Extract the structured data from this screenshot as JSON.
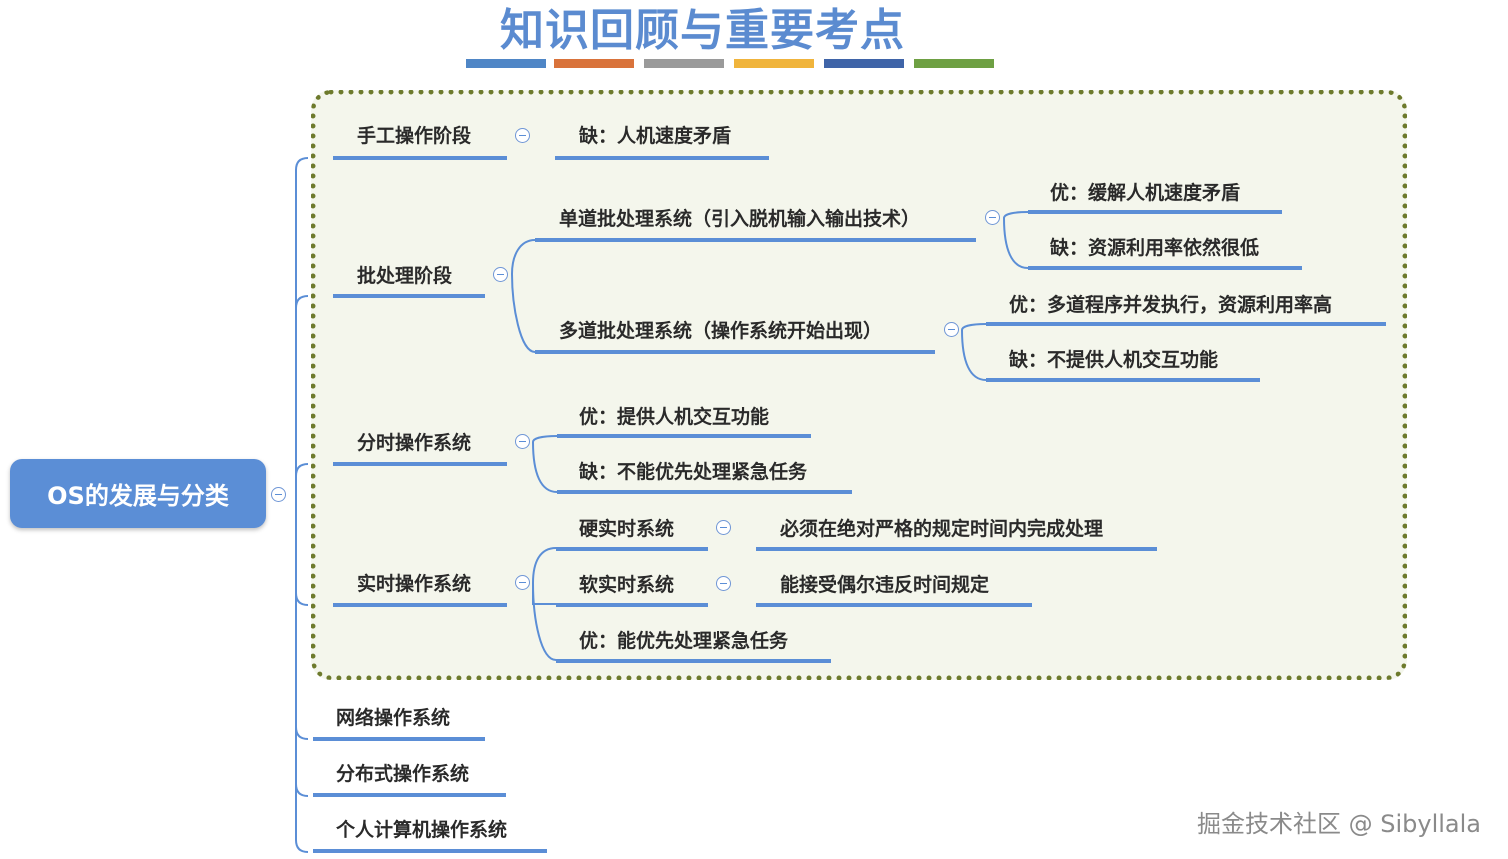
{
  "title": "知识回顾与重要考点",
  "color_bar": [
    "#4f86c6",
    "#d9733b",
    "#9a9a9a",
    "#f0b43c",
    "#3f64a8",
    "#6ea043"
  ],
  "colors": {
    "accent": "#5b8ed6",
    "focus_border": "#6d7a2c",
    "focus_fill": "#f4f6ec"
  },
  "root": {
    "label": "OS的发展与分类"
  },
  "nodes": {
    "manual": {
      "label": "手工操作阶段",
      "con": "缺：人机速度矛盾"
    },
    "batch": {
      "label": "批处理阶段",
      "single": {
        "label": "单道批处理系统（引入脱机输入输出技术）",
        "pro": "优：缓解人机速度矛盾",
        "con": "缺：资源利用率依然很低"
      },
      "multi": {
        "label": "多道批处理系统（操作系统开始出现）",
        "pro": "优：多道程序并发执行，资源利用率高",
        "con": "缺：不提供人机交互功能"
      }
    },
    "timeshare": {
      "label": "分时操作系统",
      "pro": "优：提供人机交互功能",
      "con": "缺：不能优先处理紧急任务"
    },
    "realtime": {
      "label": "实时操作系统",
      "hard": {
        "label": "硬实时系统",
        "desc": "必须在绝对严格的规定时间内完成处理"
      },
      "soft": {
        "label": "软实时系统",
        "desc": "能接受偶尔违反时间规定"
      },
      "pro": "优：能优先处理紧急任务"
    },
    "network": {
      "label": "网络操作系统"
    },
    "distributed": {
      "label": "分布式操作系统"
    },
    "personal": {
      "label": "个人计算机操作系统"
    }
  },
  "watermark": "掘金技术社区 @ Sibyllala"
}
